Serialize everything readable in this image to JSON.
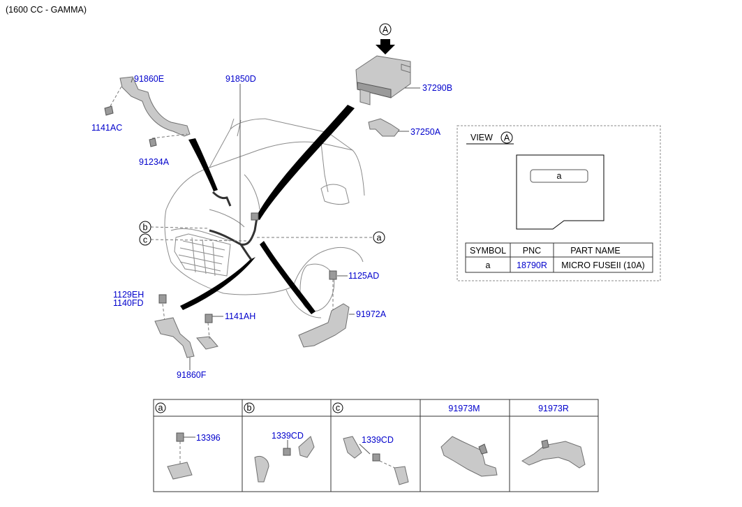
{
  "engine_note": "(1600 CC - GAMMA)",
  "view_marker": "A",
  "part_numbers": {
    "p91860E": "91860E",
    "p1141AC": "1141AC",
    "p91234A": "91234A",
    "p91850D": "91850D",
    "p37290B": "37290B",
    "p37250A": "37250A",
    "p1125AD": "1125AD",
    "p91972A": "91972A",
    "p1129EH": "1129EH",
    "p1140FD": "1140FD",
    "p1141AH": "1141AH",
    "p91860F": "91860F"
  },
  "callouts": {
    "a": "a",
    "b": "b",
    "c": "c"
  },
  "view_box": {
    "title": "VIEW",
    "marker": "A",
    "fuse_label": "a",
    "table": {
      "headers": [
        "SYMBOL",
        "PNC",
        "PART NAME"
      ],
      "row": {
        "symbol": "a",
        "pnc": "18790R",
        "part_name": "MICRO FUSEII (10A)"
      }
    }
  },
  "detail_table": {
    "headers": [
      "a",
      "b",
      "c",
      "91973M",
      "91973R"
    ],
    "cells": {
      "a_part": "13396",
      "b_part": "1339CD",
      "c_part": "1339CD"
    }
  },
  "colors": {
    "part_number": "#0000cc",
    "text": "#000000"
  }
}
